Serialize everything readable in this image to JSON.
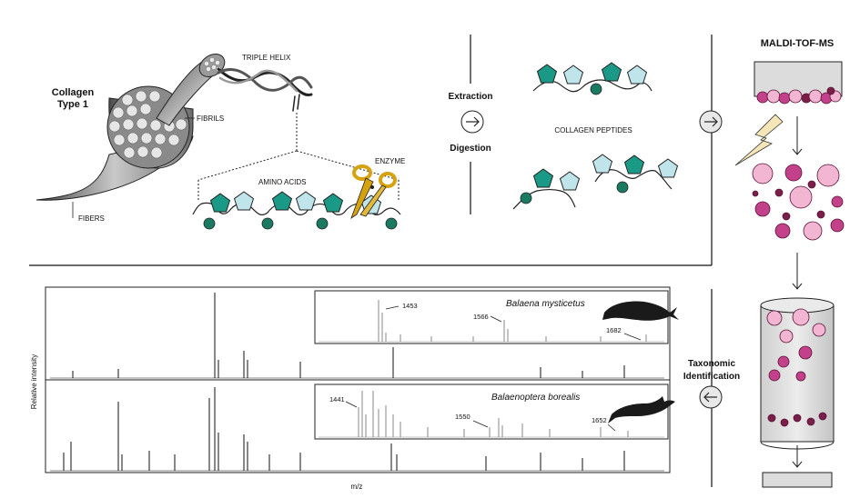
{
  "top_left": {
    "collagen_title_line1": "Collagen",
    "collagen_title_line2": "Type 1",
    "triple_helix": "TRIPLE HELIX",
    "fibrils": "FIBRILS",
    "fibers": "FIBERS",
    "amino_acids": "AMINO ACIDS",
    "enzyme": "ENZYME"
  },
  "process": {
    "extraction": "Extraction",
    "digestion": "Digestion",
    "collagen_peptides": "COLLAGEN PEPTIDES",
    "maldi_title": "MALDI-TOF-MS",
    "taxonomic_line1": "Taxonomic",
    "taxonomic_line2": "Identification"
  },
  "spectra": {
    "y_axis_label": "Relative intensity",
    "x_axis_label": "m/z",
    "panels": [
      {
        "species": "Balaena mysticetus",
        "peaks": [
          "1453",
          "1566",
          "1682"
        ]
      },
      {
        "species": "Balaenoptera borealis",
        "peaks": [
          "1441",
          "1550",
          "1652"
        ]
      }
    ]
  },
  "colors": {
    "teal_dark": "#1a9a86",
    "teal_light": "#bfe4ea",
    "bead_dark": "#1a7a62",
    "magenta": "#c2418a",
    "pink_light": "#f2b6d3",
    "plum": "#7a1f4a",
    "whale": "#1a1a1a",
    "spark": "#f5e6b8"
  }
}
